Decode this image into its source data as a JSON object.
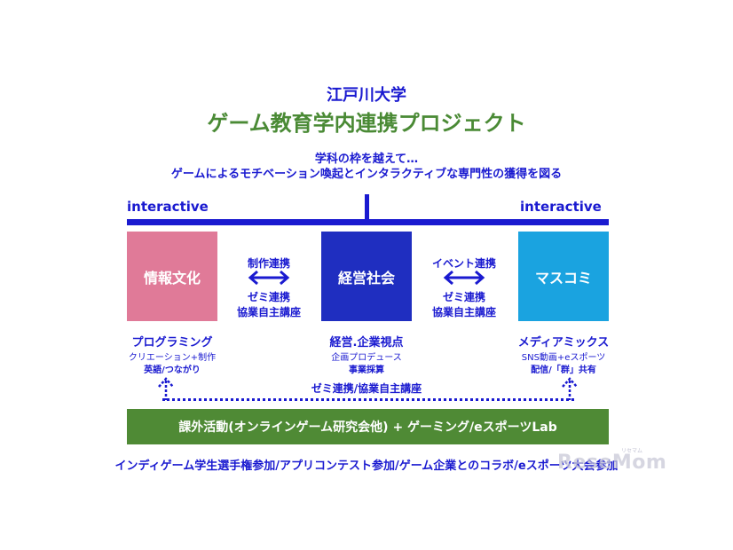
{
  "header": {
    "university": "江戸川大学",
    "project_title": "ゲーム教育学内連携プロジェクト",
    "subtitle_line1": "学科の枠を越えて…",
    "subtitle_line2": "ゲームによるモチベーション喚起とインタラクティブな専門性の獲得を図る"
  },
  "interactive_left": "interactive",
  "interactive_right": "interactive",
  "boxes": [
    {
      "label": "情報文化",
      "color": "#e07a98"
    },
    {
      "label": "経営社会",
      "color": "#1f2ec0"
    },
    {
      "label": "マスコミ",
      "color": "#1aa3e0"
    }
  ],
  "links": [
    {
      "top": "制作連携",
      "bottom1": "ゼミ連携",
      "bottom2": "協業自主講座"
    },
    {
      "top": "イベント連携",
      "bottom1": "ゼミ連携",
      "bottom2": "協業自主講座"
    }
  ],
  "captions": [
    {
      "main": "プログラミング",
      "sub1": "クリエーション+制作",
      "sub2": "英語/つながり"
    },
    {
      "main": "経営.企業視点",
      "sub1": "企画プロデュース",
      "sub2": "事業採算"
    },
    {
      "main": "メディアミックス",
      "sub1": "SNS動画+eスポーツ",
      "sub2": "配信/「群」共有"
    }
  ],
  "dotted_label": "ゼミ連携/協業自主講座",
  "bottom_bar": "課外活動(オンラインゲーム研究会他) + ゲーミング/eスポーツLab",
  "footer": "インディゲーム学生選手権参加/アプリコンテスト参加/ゲーム企業とのコラボ/eスポーツ大会参加",
  "watermark": "ReseMom",
  "watermark_small": "リセマム",
  "colors": {
    "blue": "#1a1ad0",
    "green": "#4f8a35",
    "title_green": "#4a8a35"
  }
}
